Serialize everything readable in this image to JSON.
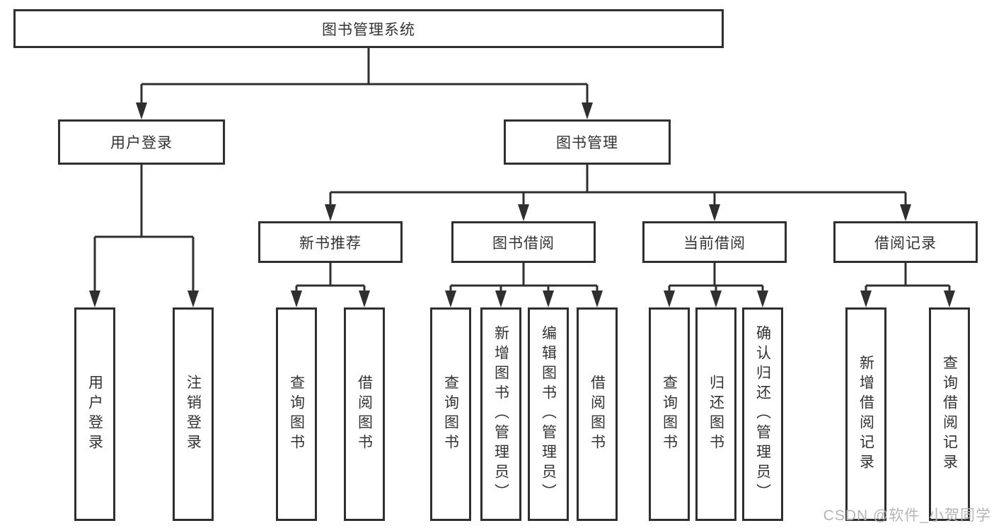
{
  "root": {
    "label": "图书管理系统"
  },
  "level2": [
    {
      "label": "用户登录"
    },
    {
      "label": "图书管理"
    }
  ],
  "level3": [
    {
      "label": "新书推荐"
    },
    {
      "label": "图书借阅"
    },
    {
      "label": "当前借阅"
    },
    {
      "label": "借阅记录"
    }
  ],
  "leaves": {
    "user_login": [
      {
        "label": "用户登录"
      },
      {
        "label": "注销登录"
      }
    ],
    "new_book_recommend": [
      {
        "label": "查询图书"
      },
      {
        "label": "借阅图书"
      }
    ],
    "book_borrow": [
      {
        "label": "查询图书"
      },
      {
        "label": "新增图书（管理员）"
      },
      {
        "label": "编辑图书（管理员）"
      },
      {
        "label": "借阅图书"
      }
    ],
    "current_borrow": [
      {
        "label": "查询图书"
      },
      {
        "label": "归还图书"
      },
      {
        "label": "确认归还（管理员）"
      }
    ],
    "borrow_record": [
      {
        "label": "新增借阅记录"
      },
      {
        "label": "查询借阅记录"
      }
    ]
  },
  "watermark": "CSDN @软件_小贺同学",
  "colors": {
    "line": "#2f2f2f",
    "text": "#333333",
    "box_background": "#ffffff",
    "watermark": "#b5b5b5",
    "page_background": "#ffffff"
  }
}
